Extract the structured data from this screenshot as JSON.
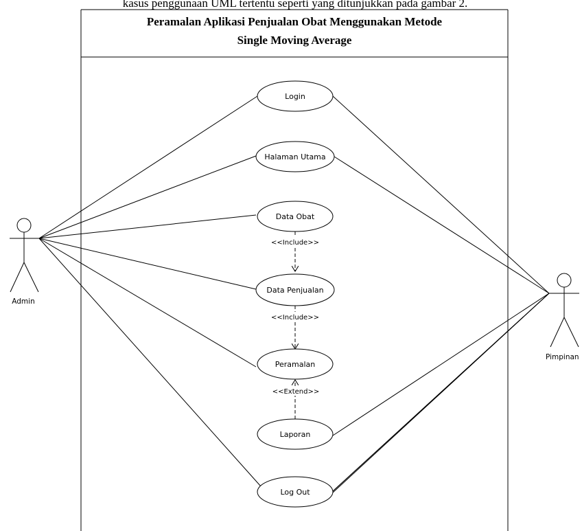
{
  "caption_fragment": "kasus penggunaan UML tertentu seperti yang ditunjukkan pada gambar 2.",
  "system": {
    "title_line1": "Peramalan Aplikasi Penjualan Obat Menggunakan Metode",
    "title_line2": "Single Moving Average"
  },
  "actors": {
    "admin": "Admin",
    "pimpinan": "Pimpinan"
  },
  "use_cases": {
    "login": "Login",
    "halaman_utama": "Halaman Utama",
    "data_obat": "Data Obat",
    "data_penjualan": "Data Penjualan",
    "peramalan": "Peramalan",
    "laporan": "Laporan",
    "log_out": "Log Out"
  },
  "relations": {
    "include_1": "<<Include>>",
    "include_2": "<<Include>>",
    "extend_1": "<<Extend>>"
  }
}
